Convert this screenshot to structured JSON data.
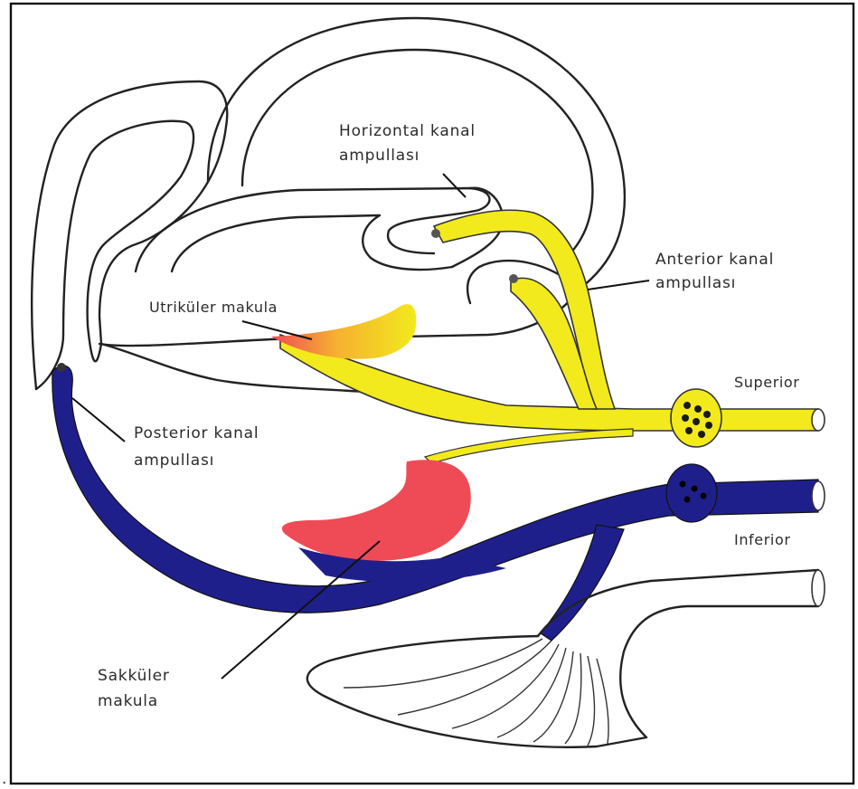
{
  "labels": {
    "horizontal_line1": "Horizontal kanal",
    "horizontal_line2": "ampullası",
    "anterior_line1": "Anterior kanal",
    "anterior_line2": "ampullası",
    "utricular": "Utriküler makula",
    "posterior_line1": "Posterior kanal",
    "posterior_line2": "ampullası",
    "saccular_line1": "Sakküler",
    "saccular_line2": "makula",
    "superior": "Superior",
    "inferior": "Inferior",
    "corner_mark": "."
  },
  "colors": {
    "superior_nerve": "#f2ea1c",
    "inferior_nerve": "#1f1f8c",
    "macula": "#ef4b56",
    "outline": "#222222"
  }
}
